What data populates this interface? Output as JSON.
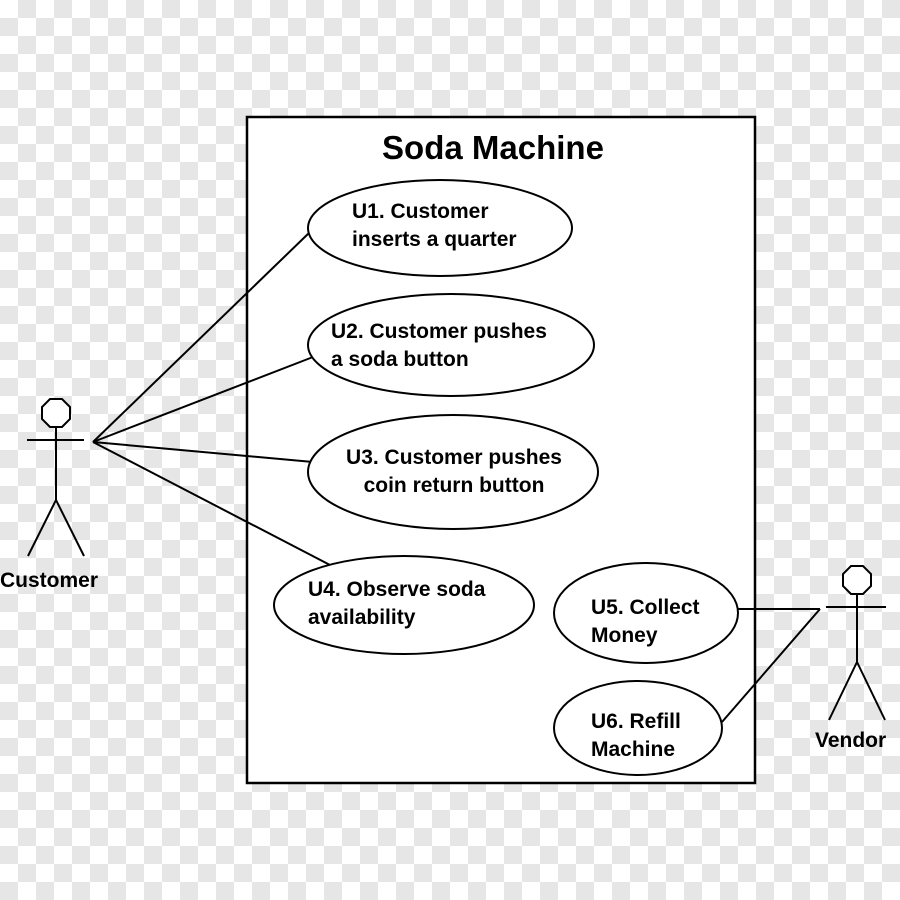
{
  "system": {
    "title": "Soda Machine"
  },
  "actors": {
    "customer": {
      "name": "Customer"
    },
    "vendor": {
      "name": "Vendor"
    }
  },
  "use_cases": [
    {
      "id": "U1",
      "line1": "U1. Customer",
      "line2": "inserts a quarter"
    },
    {
      "id": "U2",
      "line1": "U2. Customer pushes",
      "line2": "a soda button"
    },
    {
      "id": "U3",
      "line1": "U3. Customer pushes",
      "line2": "coin return button"
    },
    {
      "id": "U4",
      "line1": "U4. Observe soda",
      "line2": "availability"
    },
    {
      "id": "U5",
      "line1": "U5. Collect",
      "line2": "Money"
    },
    {
      "id": "U6",
      "line1": "U6. Refill",
      "line2": "Machine"
    }
  ],
  "associations": [
    {
      "actor": "Customer",
      "use_case": "U1"
    },
    {
      "actor": "Customer",
      "use_case": "U2"
    },
    {
      "actor": "Customer",
      "use_case": "U3"
    },
    {
      "actor": "Customer",
      "use_case": "U4"
    },
    {
      "actor": "Vendor",
      "use_case": "U5"
    },
    {
      "actor": "Vendor",
      "use_case": "U6"
    }
  ]
}
